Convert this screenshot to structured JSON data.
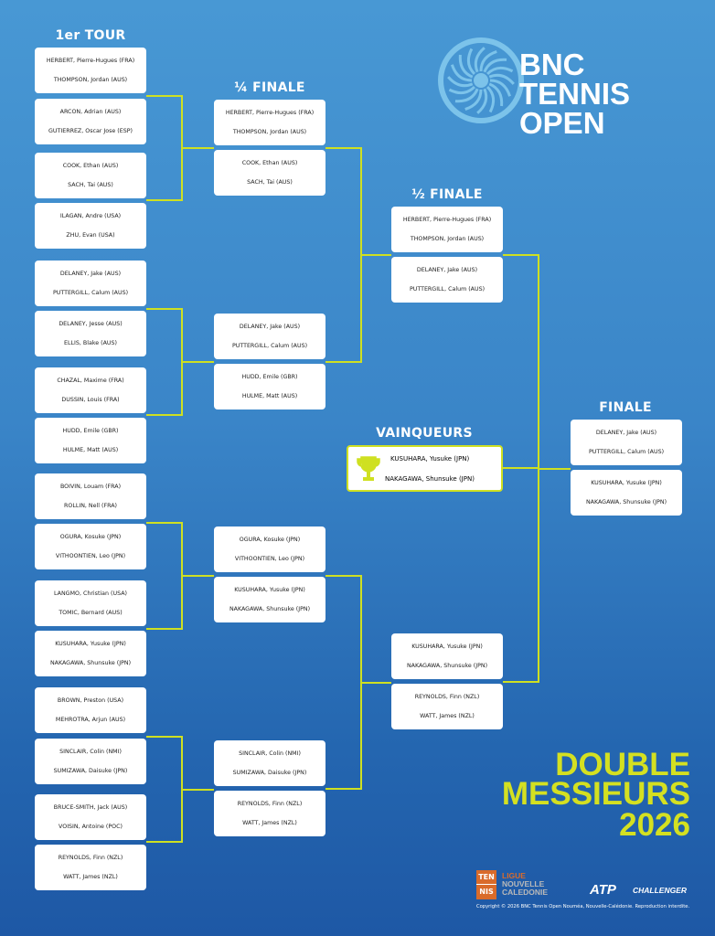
{
  "titles": {
    "r1": "1er TOUR",
    "qf": "¼ FINALE",
    "sf": "½ FINALE",
    "f": "FINALE",
    "winner": "VAINQUEURS"
  },
  "logo": {
    "line1": "BNC",
    "line2": "TENNIS",
    "line3": "OPEN"
  },
  "event": {
    "line1": "DOUBLE",
    "line2": "MESSIEURS",
    "line3": "2026"
  },
  "round1": [
    [
      "HERBERT, Pierre-Hugues (FRA)",
      "THOMPSON, Jordan (AUS)"
    ],
    [
      "ARCON, Adrian (AUS)",
      "GUTIERREZ, Oscar Jose (ESP)"
    ],
    [
      "COOK, Ethan (AUS)",
      "SACH, Tai (AUS)"
    ],
    [
      "ILAGAN, Andre (USA)",
      "ZHU, Evan (USA)"
    ],
    [
      "DELANEY, Jake (AUS)",
      "PUTTERGILL, Calum (AUS)"
    ],
    [
      "DELANEY, Jesse (AUS)",
      "ELLIS, Blake (AUS)"
    ],
    [
      "CHAZAL, Maxime (FRA)",
      "DUSSIN, Louis (FRA)"
    ],
    [
      "HUDD, Emile (GBR)",
      "HULME, Matt (AUS)"
    ],
    [
      "BOIVIN, Louam (FRA)",
      "ROLLIN, Nell (FRA)"
    ],
    [
      "OGURA, Kosuke (JPN)",
      "VITHOONTIEN, Leo (JPN)"
    ],
    [
      "LANGMO, Christian (USA)",
      "TOMIC, Bernard (AUS)"
    ],
    [
      "KUSUHARA, Yusuke (JPN)",
      "NAKAGAWA, Shunsuke (JPN)"
    ],
    [
      "BROWN, Preston (USA)",
      "MEHROTRA, Arjun (AUS)"
    ],
    [
      "SINCLAIR, Colin (NMI)",
      "SUMIZAWA, Daisuke (JPN)"
    ],
    [
      "BRUCE-SMITH, Jack (AUS)",
      "VOISIN, Antoine (POC)"
    ],
    [
      "REYNOLDS, Finn (NZL)",
      "WATT, James (NZL)"
    ]
  ],
  "quarter": [
    [
      "HERBERT, Pierre-Hugues (FRA)",
      "THOMPSON, Jordan (AUS)"
    ],
    [
      "COOK, Ethan (AUS)",
      "SACH, Tai (AUS)"
    ],
    [
      "DELANEY, Jake (AUS)",
      "PUTTERGILL, Calum (AUS)"
    ],
    [
      "HUDD, Emile (GBR)",
      "HULME, Matt (AUS)"
    ],
    [
      "OGURA, Kosuke (JPN)",
      "VITHOONTIEN, Leo (JPN)"
    ],
    [
      "KUSUHARA, Yusuke (JPN)",
      "NAKAGAWA, Shunsuke (JPN)"
    ],
    [
      "SINCLAIR, Colin (NMI)",
      "SUMIZAWA, Daisuke (JPN)"
    ],
    [
      "REYNOLDS, Finn (NZL)",
      "WATT, James (NZL)"
    ]
  ],
  "semi": [
    [
      "HERBERT, Pierre-Hugues (FRA)",
      "THOMPSON, Jordan (AUS)"
    ],
    [
      "DELANEY, Jake (AUS)",
      "PUTTERGILL, Calum (AUS)"
    ],
    [
      "KUSUHARA, Yusuke (JPN)",
      "NAKAGAWA, Shunsuke (JPN)"
    ],
    [
      "REYNOLDS, Finn (NZL)",
      "WATT, James (NZL)"
    ]
  ],
  "final": [
    [
      "DELANEY, Jake (AUS)",
      "PUTTERGILL, Calum (AUS)"
    ],
    [
      "KUSUHARA, Yusuke (JPN)",
      "NAKAGAWA, Shunsuke (JPN)"
    ]
  ],
  "winner": [
    "KUSUHARA, Yusuke (JPN)",
    "NAKAGAWA, Shunsuke (JPN)"
  ],
  "footer": {
    "ligue_ten": "TEN",
    "ligue_nis": "NIS",
    "ligue1": "LIGUE",
    "ligue2": "NOUVELLE",
    "ligue3": "CALEDONIE",
    "atp": "ATP",
    "challenger": "CHALLENGER",
    "copyright": "Copyright © 2026 BNC Tennis Open Nouméa, Nouvelle-Calédonie. Reproduction interdite."
  },
  "colors": {
    "accent": "#d4e021",
    "bg_top": "#4898d4",
    "bg_bottom": "#1e58a5"
  }
}
